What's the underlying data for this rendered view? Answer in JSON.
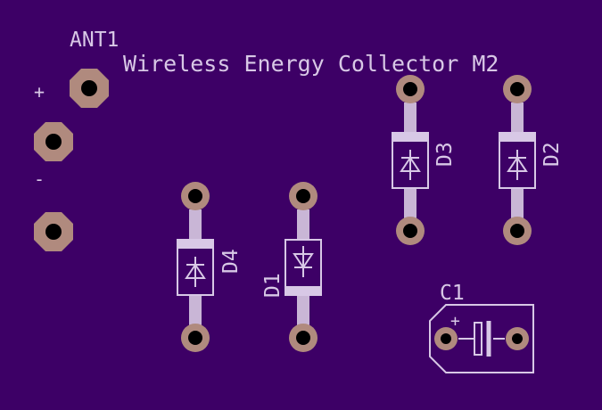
{
  "board": {
    "title": "Wireless Energy Collector M2",
    "colors": {
      "substrate": "#3d0066",
      "silkscreen": "#d8c8e6",
      "copper_pad": "#b08a7e",
      "drill_hole": "#000000"
    }
  },
  "ant1": {
    "designator": "ANT1",
    "plus_label": "+",
    "minus_label": "-"
  },
  "diodes": {
    "d1": {
      "designator": "D1"
    },
    "d2": {
      "designator": "D2"
    },
    "d3": {
      "designator": "D3"
    },
    "d4": {
      "designator": "D4"
    }
  },
  "c1": {
    "designator": "C1",
    "polarity_label": "+"
  }
}
